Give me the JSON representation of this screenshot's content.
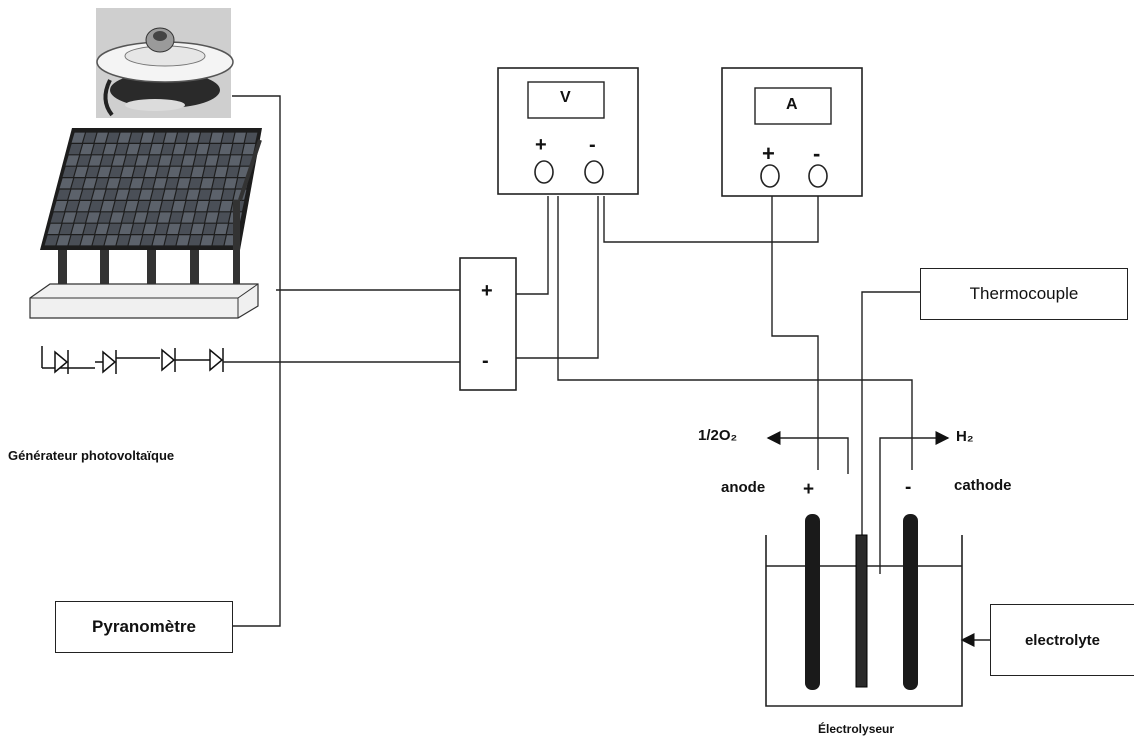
{
  "pv_generator": {
    "label": "Générateur photovoltaïque"
  },
  "pyranometer": {
    "label": "Pyranomètre"
  },
  "voltmeter": {
    "label": "V",
    "plus": "+",
    "minus": "-"
  },
  "ammeter": {
    "label": "A",
    "plus": "+",
    "minus": "-"
  },
  "junction": {
    "plus": "+",
    "minus": "-"
  },
  "thermocouple": {
    "label": "Thermocouple"
  },
  "electrolyser": {
    "label": "Électrolyseur",
    "anode": {
      "label": "anode",
      "sign": "+",
      "gas": "1/2O₂"
    },
    "cathode": {
      "label": "cathode",
      "sign": "-",
      "gas": "H₂"
    },
    "electrolyte": "electrolyte"
  }
}
